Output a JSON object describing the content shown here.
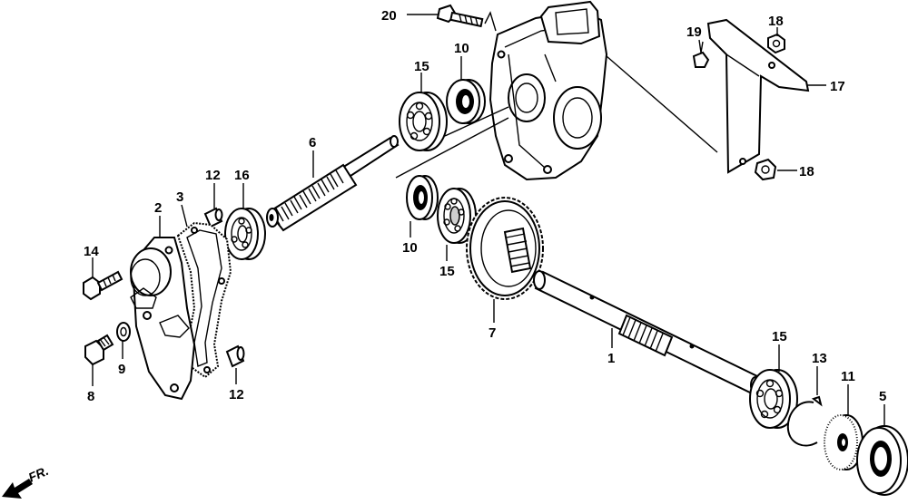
{
  "diagram": {
    "callouts": {
      "p1": "1",
      "p2": "2",
      "p3": "3",
      "p5": "5",
      "p6": "6",
      "p7": "7",
      "p8": "8",
      "p9": "9",
      "p10a": "10",
      "p10b": "10",
      "p11": "11",
      "p12a": "12",
      "p12b": "12",
      "p13": "13",
      "p14": "14",
      "p15a": "15",
      "p15b": "15",
      "p15c": "15",
      "p16": "16",
      "p17": "17",
      "p18a": "18",
      "p18b": "18",
      "p19": "19",
      "p20": "20"
    },
    "direction_label": "FR."
  }
}
